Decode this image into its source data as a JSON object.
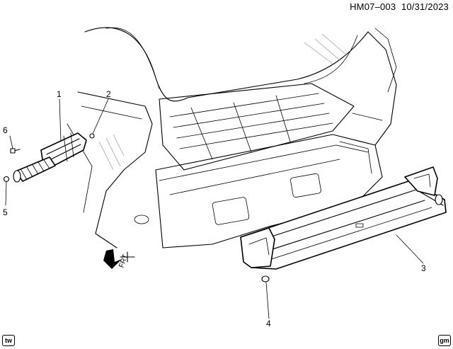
{
  "header": {
    "code": "HM07–003",
    "date": "10/31/2023"
  },
  "callouts": [
    "1",
    "2",
    "3",
    "4",
    "5",
    "6"
  ],
  "direction_label": "FRT",
  "badges": {
    "left": "tw",
    "right": "gm"
  }
}
